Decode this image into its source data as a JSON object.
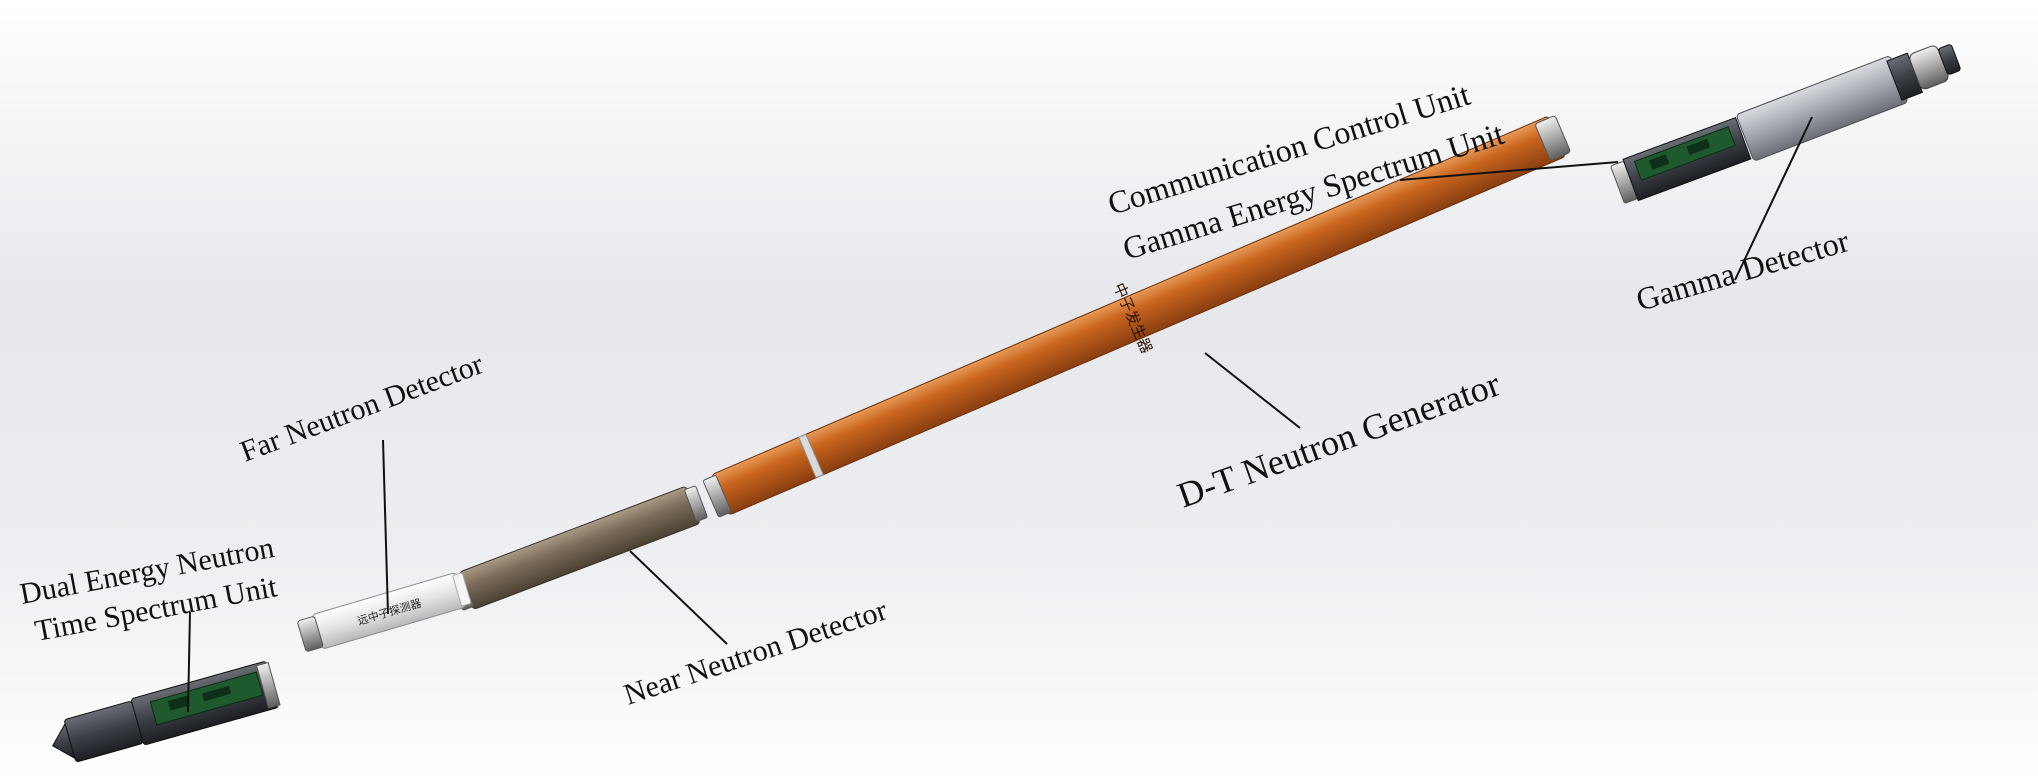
{
  "labels": {
    "dual_energy_line1": "Dual Energy Neutron",
    "dual_energy_line2": "Time Spectrum Unit",
    "far_neutron": "Far Neutron Detector",
    "near_neutron": "Near Neutron Detector",
    "dt_generator": "D-T Neutron Generator",
    "comm_control": "Communication Control Unit",
    "gamma_spectrum": "Gamma Energy Spectrum Unit",
    "gamma_detector": "Gamma Detector"
  },
  "inscriptions": {
    "far_detector_text": "远中子探测器",
    "generator_text": "中子发生器"
  },
  "colors": {
    "generator_orange": "#c8641e",
    "near_detector_brown": "#7a6c58",
    "far_detector_white": "#e4e4e4",
    "circuit_green": "#1f5a2e",
    "gamma_housing_grey": "#a9adb3"
  }
}
